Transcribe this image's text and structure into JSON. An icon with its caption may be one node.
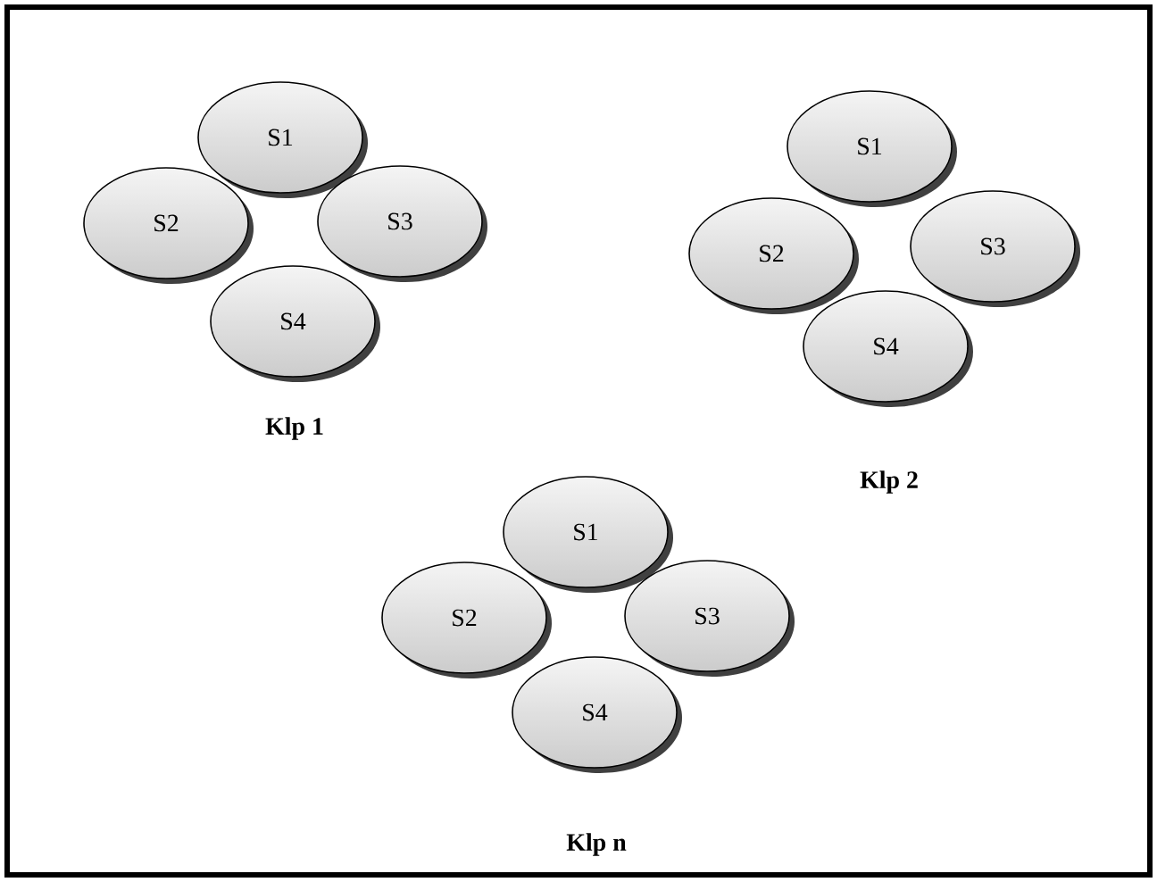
{
  "diagram": {
    "nodes": [
      {
        "text": [
          "S1"
        ]
      },
      {
        "text": [
          "S2"
        ]
      },
      {
        "text": [
          "S3"
        ]
      },
      {
        "text": [
          "S4"
        ]
      },
      {
        "text": [
          "S1"
        ]
      },
      {
        "text": [
          "S2"
        ]
      },
      {
        "text": [
          "S3"
        ]
      },
      {
        "text": [
          "S4"
        ]
      },
      {
        "text": [
          "S1"
        ]
      },
      {
        "text": [
          "S2"
        ]
      },
      {
        "text": [
          "S3"
        ]
      },
      {
        "text": [
          "S4"
        ]
      }
    ],
    "labels": [
      "Klp 1",
      "Klp 2",
      "Klp n"
    ]
  }
}
